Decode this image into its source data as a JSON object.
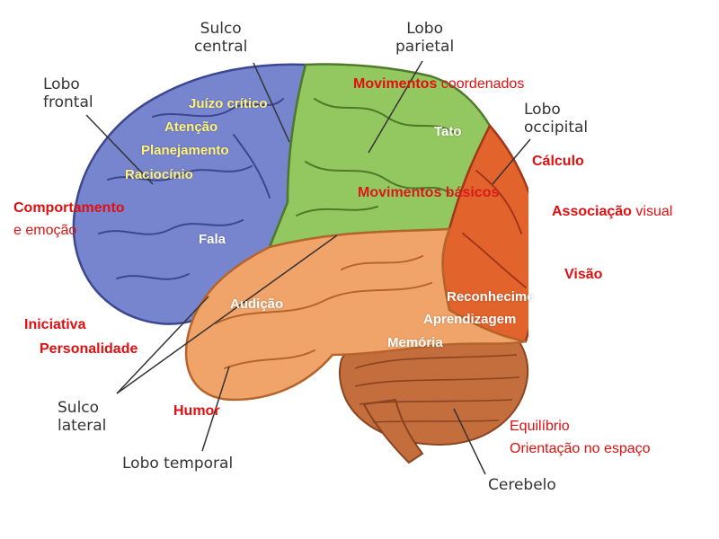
{
  "colors": {
    "frontal": "#7785cf",
    "parietal": "#93c860",
    "occipital": "#e2632c",
    "temporal": "#f1a46a",
    "cerebellum": "#c46e3e",
    "label_red": "#e01010",
    "label_yellow": "#fff27a"
  },
  "anatomy": {
    "sulco_central_1": "Sulco",
    "sulco_central_2": "central",
    "lobo_parietal_1": "Lobo",
    "lobo_parietal_2": "parietal",
    "lobo_frontal_1": "Lobo",
    "lobo_frontal_2": "frontal",
    "lobo_occipital_1": "Lobo",
    "lobo_occipital_2": "occipital",
    "sulco_lateral_1": "Sulco",
    "sulco_lateral_2": "lateral",
    "lobo_temporal": "Lobo temporal",
    "cerebelo": "Cerebelo"
  },
  "functions": {
    "movimentos_coord_bold": "Movimentos",
    "movimentos_coord_rest": "coordenados",
    "calculo": "Cálculo",
    "associacao_bold": "Associação",
    "associacao_rest": "visual",
    "visao": "Visão",
    "comportamento": "Comportamento",
    "emocao": "e emoção",
    "iniciativa": "Iniciativa",
    "personalidade": "Personalidade",
    "humor": "Humor",
    "equilibrio": "Equilíbrio",
    "orientacao": "Orientação no espaço",
    "juizo": "Juízo crítico",
    "atencao": "Atenção",
    "planejamento": "Planejamento",
    "raciocinio": "Raciocínio",
    "tato": "Tato",
    "movimentos_basicos": "Movimentos básicos",
    "fala": "Fala",
    "audicao": "Audição",
    "reconhecimento": "Reconhecime",
    "aprendizagem": "Aprendizagem",
    "memoria": "Memória"
  }
}
